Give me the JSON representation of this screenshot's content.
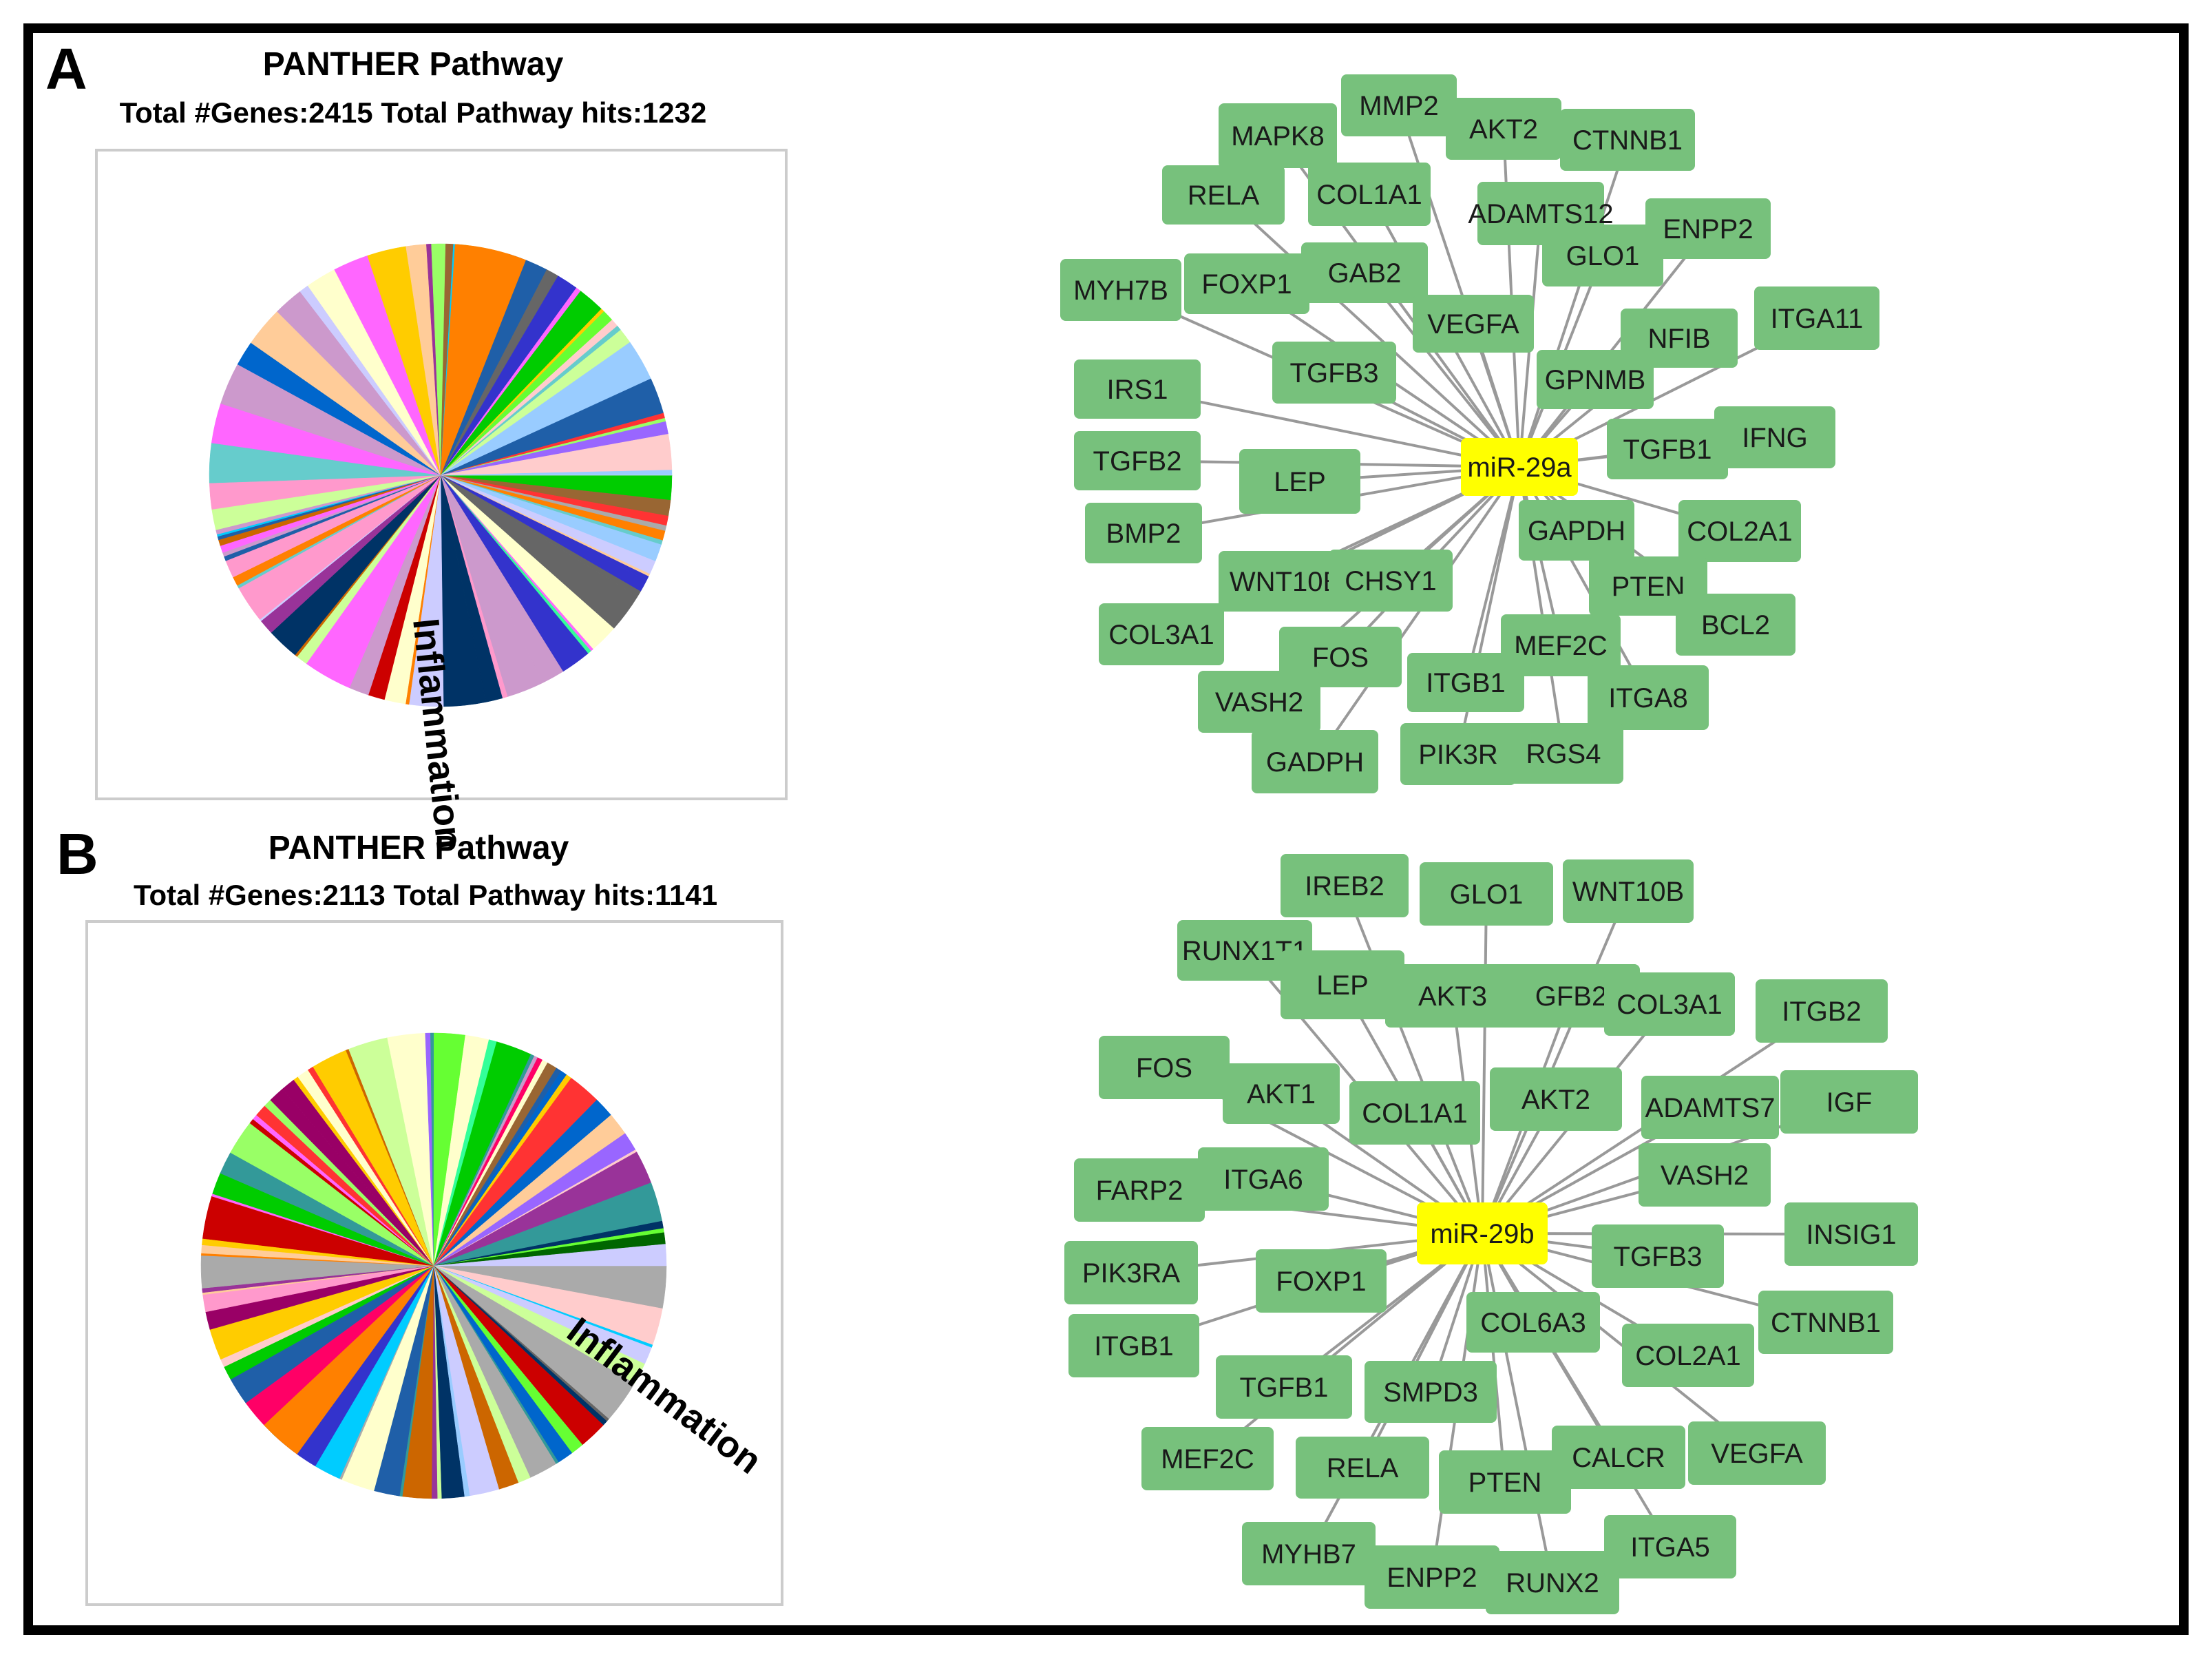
{
  "figure": {
    "panels": [
      {
        "letter": "A",
        "pie": {
          "title": "PANTHER Pathway",
          "subtitle": "Total  #Genes:2415 Total  Pathway hits:1232",
          "highlight_label": "Inflammation",
          "highlight_color": "#ff8000"
        },
        "network": {
          "center": "miR-29a",
          "center_color": "#ffff00",
          "node_color": "#77c17c",
          "nodes": [
            "MMP2",
            "MAPK8",
            "AKT2",
            "CTNNB1",
            "RELA",
            "COL1A1",
            "ADAMTS12",
            "ENPP2",
            "GLO1",
            "MYH7B",
            "FOXP1",
            "GAB2",
            "VEGFA",
            "NFIB",
            "ITGA11",
            "TGFB3",
            "GPNMB",
            "IRS1",
            "TGFB1",
            "IFNG",
            "TGFB2",
            "LEP",
            "BMP2",
            "GAPDH",
            "COL2A1",
            "WNT10B",
            "CHSY1",
            "PTEN",
            "COL3A1",
            "BCL2",
            "MEF2C",
            "FOS",
            "ITGB1",
            "VASH2",
            "ITGA8",
            "GADPH",
            "PIK3R",
            "RGS4"
          ]
        }
      },
      {
        "letter": "B",
        "pie": {
          "title": "PANTHER Pathway",
          "subtitle": "Total #Genes:2113 Total  Pathway hits:1141",
          "highlight_label": "Inflammation",
          "highlight_color": "#ff8000"
        },
        "network": {
          "center": "miR-29b",
          "center_color": "#ffff00",
          "node_color": "#77c17c",
          "nodes": [
            "IREB2",
            "GLO1",
            "WNT10B",
            "RUNX1T1",
            "LEP",
            "AKT3",
            "GFB2",
            "COL3A1",
            "ITGB2",
            "FOS",
            "AKT1",
            "COL1A1",
            "AKT2",
            "ADAMTS7",
            "IGF",
            "FARP2",
            "ITGA6",
            "VASH2",
            "INSIG1",
            "PIK3RA",
            "FOXP1",
            "TGFB3",
            "CTNNB1",
            "ITGB1",
            "COL6A3",
            "COL2A1",
            "TGFB1",
            "SMPD3",
            "MEF2C",
            "RELA",
            "CALCR",
            "VEGFA",
            "PTEN",
            "MYHB7",
            "ENPP2",
            "RUNX2",
            "ITGA5"
          ]
        }
      }
    ]
  }
}
